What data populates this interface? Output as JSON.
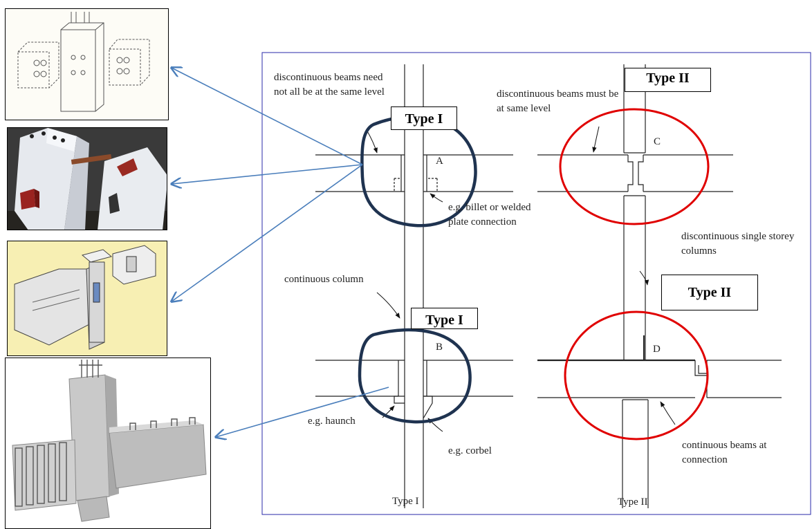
{
  "thumbnails": [
    {
      "name": "exploded-sketch"
    },
    {
      "name": "billet-photo"
    },
    {
      "name": "corbel-illustration"
    },
    {
      "name": "haunch-render"
    }
  ],
  "annotations": {
    "discontinuous_beams_type1": "discontinuous beams need not all be at the same level",
    "discontinuous_beams_type2": "discontinuous beams must be at same level",
    "billet": "e.g. billet or welded plate connection",
    "continuous_column": "continuous column",
    "single_storey": "discontinuous single storey columns",
    "haunch": "e.g. haunch",
    "corbel": "e.g. corbel",
    "continuous_beams": "continuous beams at connection"
  },
  "boxes": {
    "type1_top": "Type I",
    "type2_top": "Type II",
    "type1_mid": "Type I",
    "type2_mid": "Type II"
  },
  "letters": {
    "a": "A",
    "b": "B",
    "c": "C",
    "d": "D"
  },
  "captions": {
    "type1": "Type I",
    "type2": "Type II"
  },
  "colors": {
    "arrow": "#4a7ebb",
    "type1_circle": "#1f3350",
    "type2_circle": "#e00000",
    "frame": "#2a2aa8"
  }
}
